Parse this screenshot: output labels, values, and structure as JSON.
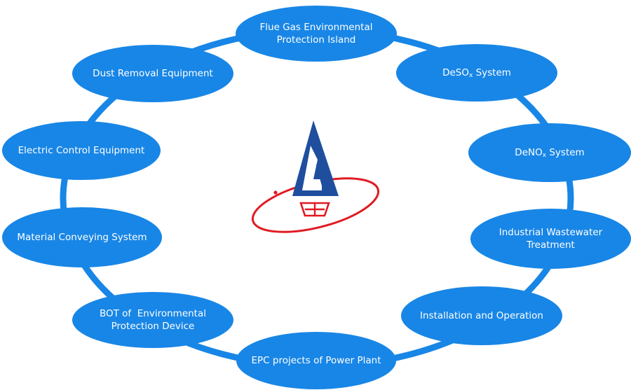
{
  "colors": {
    "node_fill": "#1886E6",
    "ring": "#1886E6",
    "logo_blue": "#1F4E9E",
    "logo_red": "#E01A22",
    "node_text": "#FFFFFF"
  },
  "nodes": {
    "flue_gas": {
      "line1": "Flue Gas Environmental",
      "line2": "Protection Island"
    },
    "deso": {
      "prefix": "DeSO",
      "sub": "x",
      "suffix": " System"
    },
    "deno": {
      "prefix": "DeNO",
      "sub": "x",
      "suffix": " System"
    },
    "wastewater": {
      "line1": "Industrial Wastewater",
      "line2": "Treatment"
    },
    "installation": {
      "label": "Installation and Operation"
    },
    "epc": {
      "label": "EPC projects of Power Plant"
    },
    "bot": {
      "line1": "BOT of  Environmental",
      "line2": "Protection Device"
    },
    "material": {
      "label": "Material Conveying System"
    },
    "electric": {
      "label": "Electric Control Equipment"
    },
    "dust": {
      "label": "Dust Removal Equipment"
    }
  },
  "logo": {
    "icon": "company-logo-icon"
  }
}
